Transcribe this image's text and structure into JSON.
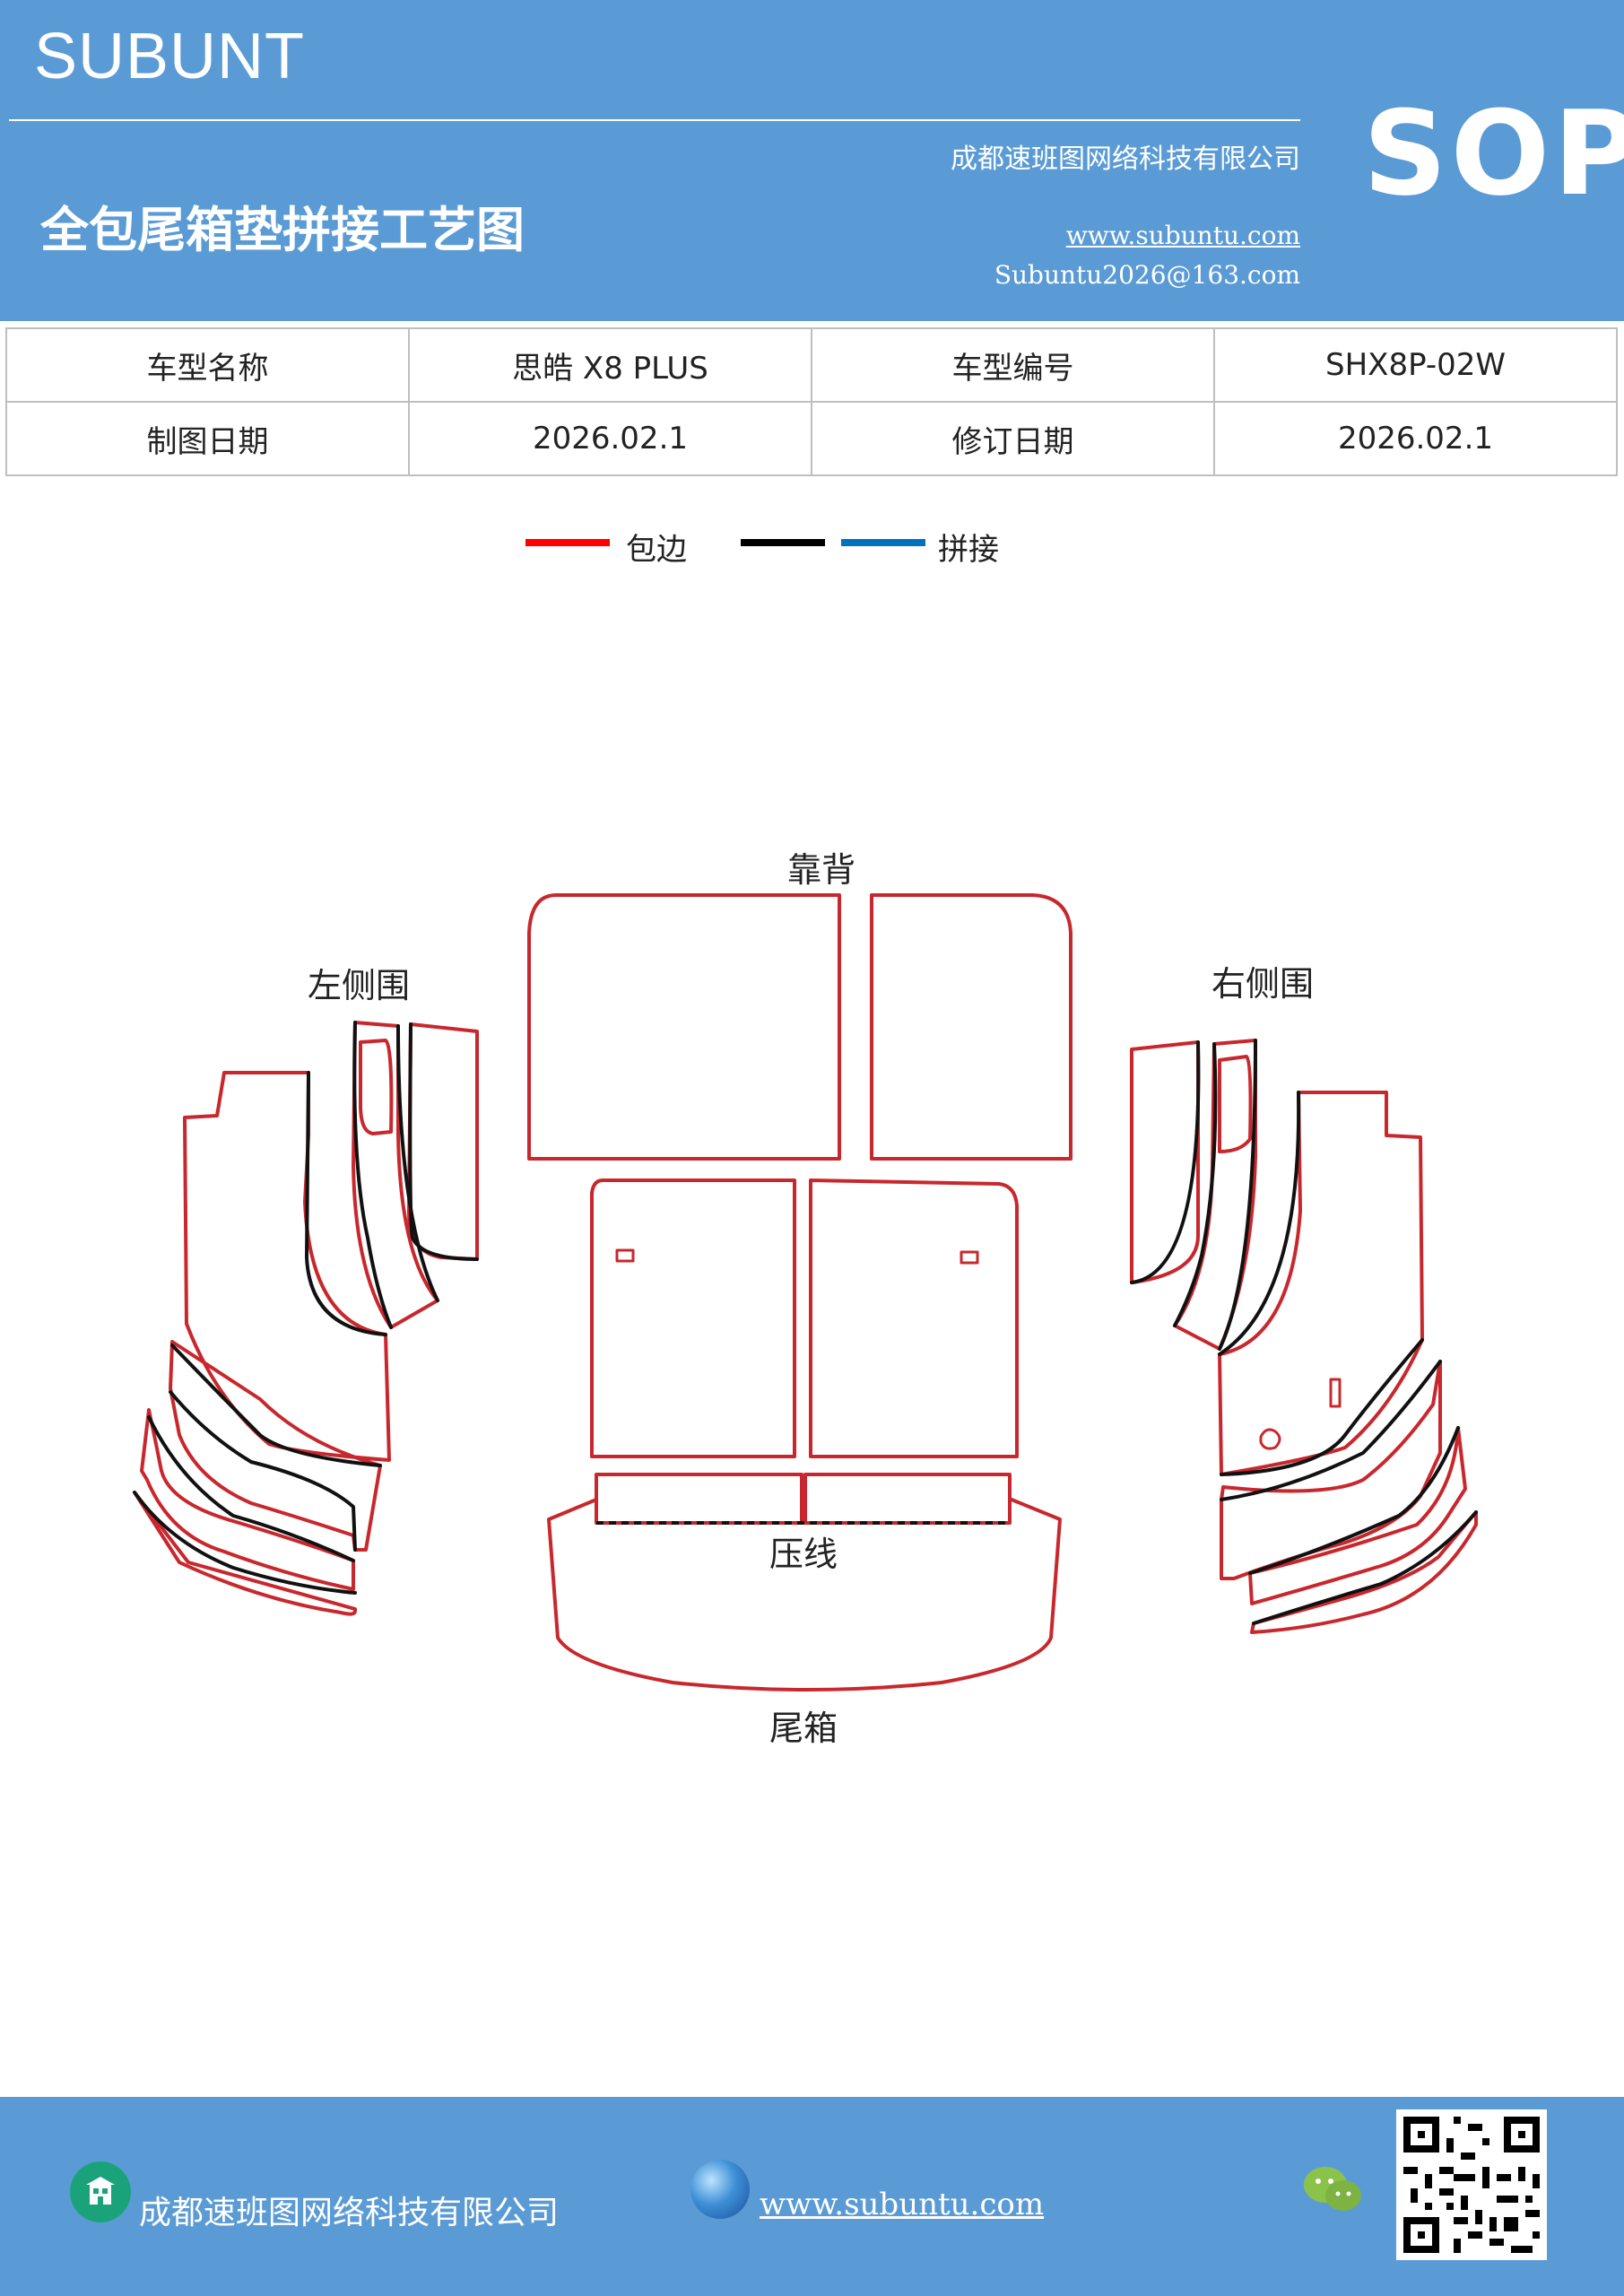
{
  "header": {
    "brand": "SUBUNT",
    "badge": "SOP",
    "company": "成都速班图网络科技有限公司",
    "title": "全包尾箱垫拼接工艺图",
    "website": "www.subuntu.com",
    "email": "Subuntu2026@163.com",
    "background_color": "#5b9bd5"
  },
  "info_table": {
    "rows": [
      [
        "车型名称",
        "思皓 X8  PLUS",
        "车型编号",
        "SHX8P-02W"
      ],
      [
        "制图日期",
        "2026.02.1",
        "修订日期",
        "2026.02.1"
      ]
    ]
  },
  "legend": {
    "wrap_label": "包边",
    "join_label": "拼接",
    "wrap_color": "#ff0000",
    "join_color_black": "#000000",
    "join_color_blue": "#0070c0"
  },
  "diagram": {
    "label_back": "靠背",
    "label_left": "左侧围",
    "label_right": "右侧围",
    "label_press": "压线",
    "label_trunk": "尾箱",
    "edge_color": "#c8282d",
    "join_color": "#111111"
  },
  "footer": {
    "company": "成都速班图网络科技有限公司",
    "website": "www.subuntu.com",
    "company_icon": "building-icon",
    "web_icon": "globe-icon",
    "social_icon": "wechat-icon",
    "qr_icon": "qr-code"
  }
}
